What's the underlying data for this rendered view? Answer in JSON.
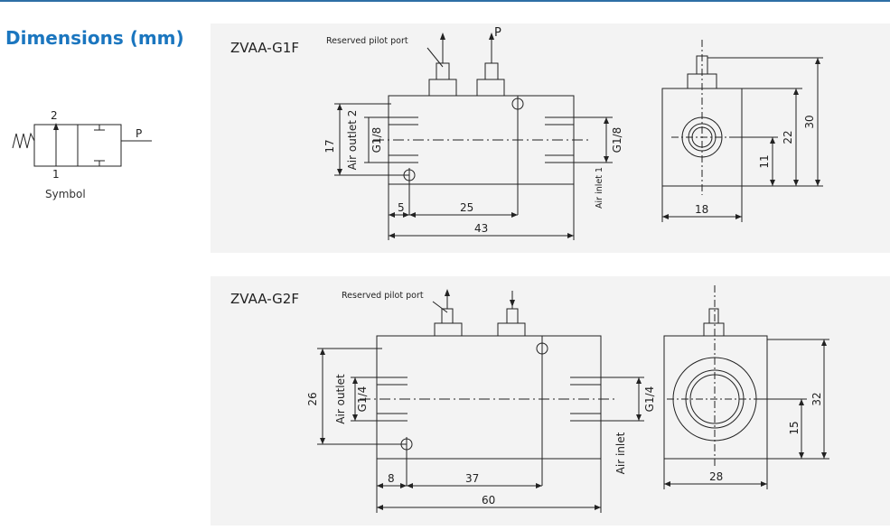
{
  "heading": "Dimensions (mm)",
  "symbol": {
    "caption": "Symbol",
    "port_2": "2",
    "port_1": "1",
    "port_p": "P"
  },
  "models": [
    {
      "name": "ZVAA-G1F",
      "reserved_port": "Reserved pilot port",
      "p_label": "P",
      "air_outlet": "Air outlet 2",
      "outlet_thread": "G1/8",
      "inlet_thread": "G1/8",
      "air_inlet": "Air inlet 1",
      "dims": {
        "height": "17",
        "pilot_offset": "5",
        "pilot_span": "25",
        "length": "43",
        "side_total": "30",
        "side_body": "22",
        "side_center": "11",
        "width": "18"
      }
    },
    {
      "name": "ZVAA-G2F",
      "reserved_port": "Reserved pilot port",
      "air_outlet": "Air outlet",
      "outlet_thread": "G1/4",
      "inlet_thread": "G1/4",
      "air_inlet": "Air inlet",
      "dims": {
        "height": "26",
        "pilot_offset": "8",
        "pilot_span": "37",
        "length": "60",
        "side_total": "32",
        "side_center": "15",
        "width": "28"
      }
    }
  ]
}
